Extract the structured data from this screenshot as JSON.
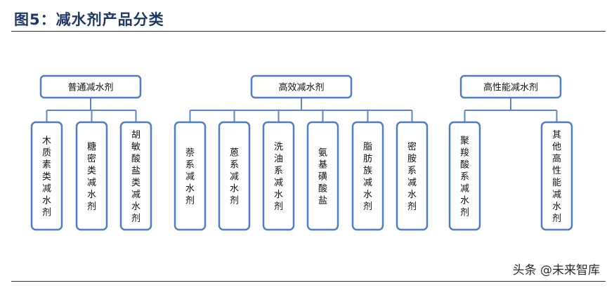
{
  "figure": {
    "title": "图5：减水剂产品分类"
  },
  "watermark": "头条 @未来智库",
  "groups": [
    {
      "label": "普通减水剂",
      "children": [
        "木质素类减水剂",
        "糖密类减水剂",
        "胡敏酸盐类减水剂"
      ]
    },
    {
      "label": "高效减水剂",
      "children": [
        "萘系减水剂",
        "蒽系减水剂",
        "洗油系减水剂",
        "氨基磺酸盐",
        "脂肪族减水剂",
        "密胺系减水剂"
      ]
    },
    {
      "label": "高性能减水剂",
      "children": [
        "聚羧酸系减水剂",
        "其他高性能减水剂"
      ]
    }
  ],
  "colors": {
    "border": "#4f7ec6",
    "title": "#1f3864"
  }
}
